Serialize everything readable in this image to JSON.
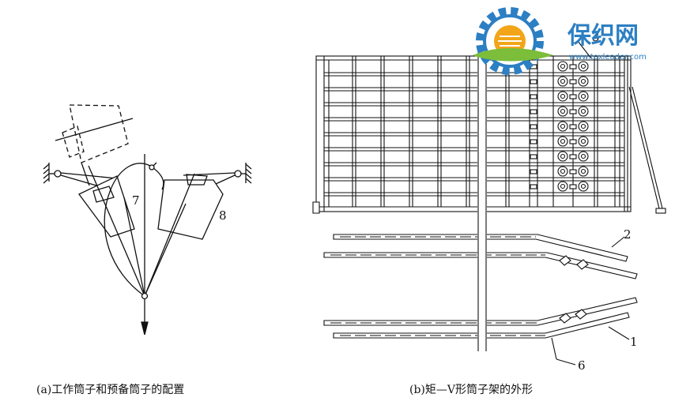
{
  "captions": {
    "a": "(a)工作筒子和预备筒子的配置",
    "b": "(b)矩—V形筒子架的外形"
  },
  "labels": {
    "l7": "7",
    "l8": "8",
    "l3": "3",
    "l2": "2",
    "l1": "1",
    "l6": "6"
  },
  "logo": {
    "name": "保织网",
    "url": "www.texleader.com",
    "colors": {
      "gear": "#2c7fc3",
      "sun": "#f2a518",
      "leaf": "#7cbd3a"
    }
  }
}
